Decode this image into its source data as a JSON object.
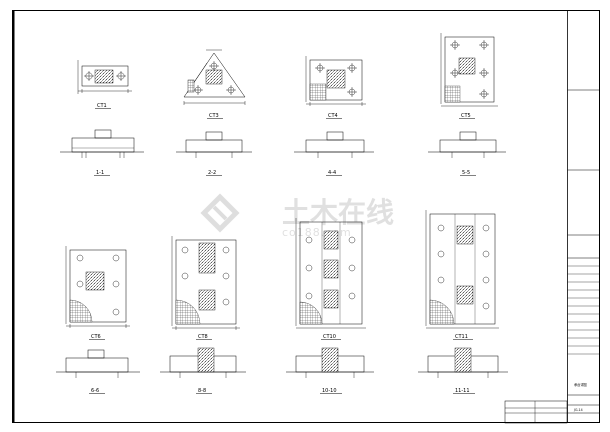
{
  "sheet": {
    "watermark": {
      "main": "土木在线",
      "sub": "co188.com"
    },
    "plans_top": [
      {
        "id": "p1",
        "label": "CT1"
      },
      {
        "id": "p2",
        "label": "CT3"
      },
      {
        "id": "p3",
        "label": "CT4"
      },
      {
        "id": "p4",
        "label": "CT5"
      }
    ],
    "sections_top": [
      {
        "id": "s1",
        "label": "1-1"
      },
      {
        "id": "s2",
        "label": "2-2"
      },
      {
        "id": "s3",
        "label": "4-4"
      },
      {
        "id": "s4",
        "label": "5-5"
      }
    ],
    "plans_bottom": [
      {
        "id": "p5",
        "label": "CT6"
      },
      {
        "id": "p6",
        "label": "CT8"
      },
      {
        "id": "p7",
        "label": "CT10"
      },
      {
        "id": "p8",
        "label": "CT11"
      }
    ],
    "sections_bottom": [
      {
        "id": "s5",
        "label": "6-6"
      },
      {
        "id": "s6",
        "label": "8-8"
      },
      {
        "id": "s7",
        "label": "10-10"
      },
      {
        "id": "s8",
        "label": "11-11"
      }
    ],
    "title_block": {
      "drawing_no": "JG-14",
      "sheet_title": "承台详图"
    }
  }
}
